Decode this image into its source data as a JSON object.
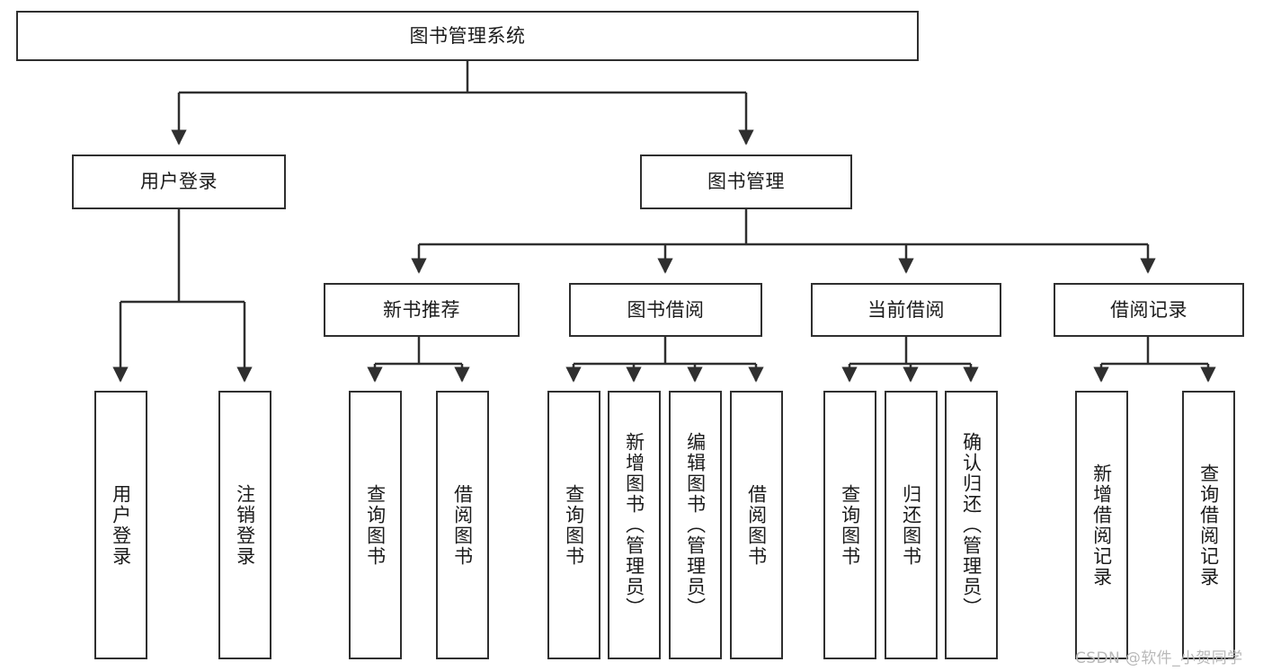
{
  "diagram": {
    "title": "图书管理系统",
    "type": "tree-hierarchy-chart",
    "orientation": "top-down",
    "colors": {
      "box_border": "#2f2f2f",
      "box_fill": "#ffffff",
      "connector": "#2f2f2f",
      "text": "#1b1b1b",
      "watermark": "#b9b9b9",
      "background": "#ffffff"
    }
  },
  "nodes": {
    "root": {
      "label": "图书管理系统"
    },
    "level1": [
      {
        "id": "user-login",
        "label": "用户登录"
      },
      {
        "id": "book-management",
        "label": "图书管理"
      }
    ],
    "level2": [
      {
        "id": "new-book-recommend",
        "label": "新书推荐"
      },
      {
        "id": "book-borrow",
        "label": "图书借阅"
      },
      {
        "id": "current-borrow",
        "label": "当前借阅"
      },
      {
        "id": "borrow-record",
        "label": "借阅记录"
      }
    ],
    "leaves": {
      "user-login": [
        {
          "id": "login",
          "label": "用户登录"
        },
        {
          "id": "logout",
          "label": "注销登录"
        }
      ],
      "new-book-recommend": [
        {
          "id": "query-book-1",
          "label": "查询图书"
        },
        {
          "id": "borrow-book-1",
          "label": "借阅图书"
        }
      ],
      "book-borrow": [
        {
          "id": "query-book-2",
          "label": "查询图书"
        },
        {
          "id": "add-book",
          "label": "新增图书（管理员）"
        },
        {
          "id": "edit-book",
          "label": "编辑图书（管理员）"
        },
        {
          "id": "borrow-book-2",
          "label": "借阅图书"
        }
      ],
      "current-borrow": [
        {
          "id": "query-book-3",
          "label": "查询图书"
        },
        {
          "id": "return-book",
          "label": "归还图书"
        },
        {
          "id": "confirm-return",
          "label": "确认归还（管理员）"
        }
      ],
      "borrow-record": [
        {
          "id": "add-record",
          "label": "新增借阅记录"
        },
        {
          "id": "query-record",
          "label": "查询借阅记录"
        }
      ]
    }
  },
  "watermark": {
    "text": "CSDN @软件_小贺同学"
  }
}
